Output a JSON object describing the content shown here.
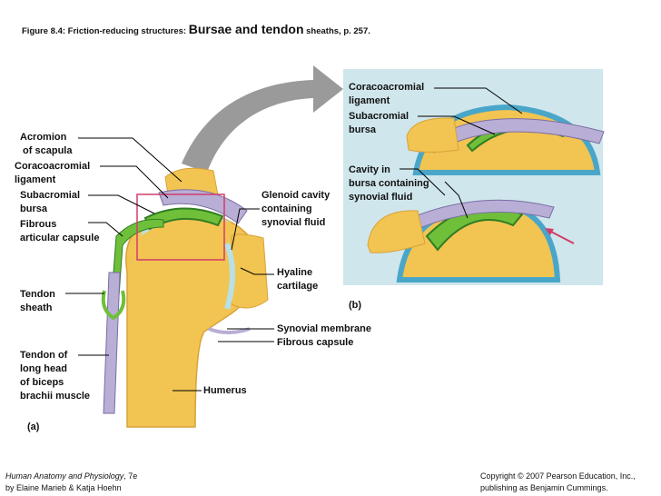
{
  "title": {
    "prefix": "Figure 8.4:  Friction-reducing structures: ",
    "big1": "Bursae and tendon",
    "suffix": " sheaths, p. 257."
  },
  "labels_a": {
    "acromion": "Acromion\n of scapula",
    "coracoacromial": "Coracoacromial\nligament",
    "subacromial": "Subacromial\nbursa",
    "fibrous_capsule_art": "Fibrous\narticular capsule",
    "tendon_sheath": "Tendon\nsheath",
    "tendon_biceps": "Tendon of\nlong head\nof biceps\nbrachii muscle",
    "glenoid": "Glenoid cavity\ncontaining\nsynovial fluid",
    "hyaline": "Hyaline\ncartilage",
    "synovial_membrane": "Synovial membrane",
    "fibrous_capsule": "Fibrous capsule",
    "humerus": "Humerus",
    "panel": "(a)"
  },
  "labels_b": {
    "coracoacromial": "Coracoacromial\nligament",
    "subacromial": "Subacromial\nbursa",
    "cavity": "Cavity in\nbursa containing\nsynovial fluid",
    "panel": "(b)"
  },
  "footer": {
    "book_italic": "Human Anatomy and Physiology",
    "book_rest": ", 7e",
    "authors": "by Elaine Marieb & Katja Hoehn",
    "copyright": "Copyright © 2007 Pearson Education, Inc.,\npublishing as Benjamin Cummings."
  },
  "colors": {
    "bone": "#f2c451",
    "bone_dark": "#d9a23a",
    "bursa_green": "#6fbf3a",
    "ligament": "#b9aed6",
    "cartilage": "#b7e1e6",
    "inset_bg": "#cfe6ec",
    "arrow": "#8a8a8a",
    "highlight": "#d23c6a"
  }
}
